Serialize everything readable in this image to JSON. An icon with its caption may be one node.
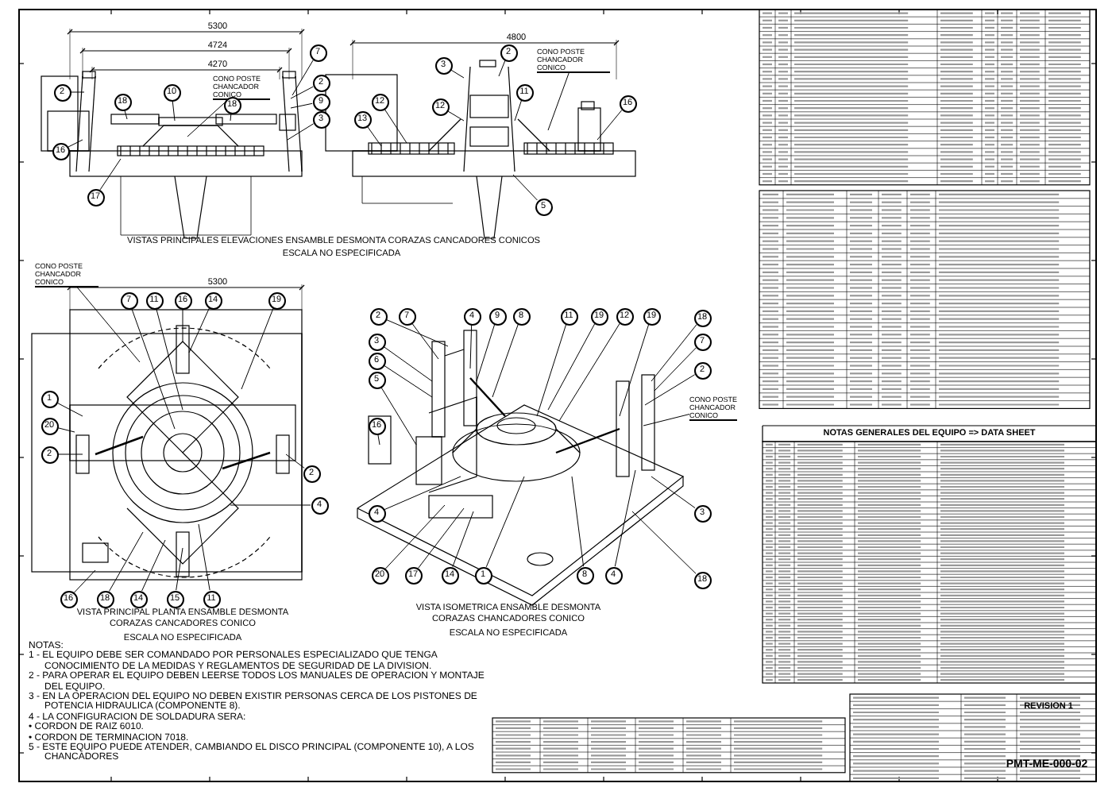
{
  "diagram": {
    "nodes": [
      {
        "text": [
          "7"
        ]
      },
      {
        "text": [
          "2"
        ]
      },
      {
        "text": [
          "9"
        ]
      },
      {
        "text": [
          "3"
        ]
      },
      {
        "text": [
          "CONO POSTE CHANCADOR CONICO"
        ]
      },
      {
        "text": [
          "2"
        ]
      },
      {
        "text": [
          "18"
        ]
      },
      {
        "text": [
          "10"
        ]
      },
      {
        "text": [
          "18"
        ]
      },
      {
        "text": [
          "16"
        ]
      },
      {
        "text": [
          "17"
        ]
      },
      {
        "text": [
          "2"
        ]
      },
      {
        "text": [
          "3"
        ]
      },
      {
        "text": [
          "CONO POSTE CHANCADOR CONICO"
        ]
      },
      {
        "text": [
          "12"
        ]
      },
      {
        "text": [
          "11"
        ]
      },
      {
        "text": [
          "12"
        ]
      },
      {
        "text": [
          "13"
        ]
      },
      {
        "text": [
          "16"
        ]
      },
      {
        "text": [
          "5"
        ]
      },
      {
        "text": [
          "CONO POSTE CHANCADOR CONICO"
        ]
      },
      {
        "text": [
          "7"
        ]
      },
      {
        "text": [
          "11"
        ]
      },
      {
        "text": [
          "16"
        ]
      },
      {
        "text": [
          "14"
        ]
      },
      {
        "text": [
          "19"
        ]
      },
      {
        "text": [
          "1"
        ]
      },
      {
        "text": [
          "20"
        ]
      },
      {
        "text": [
          "2"
        ]
      },
      {
        "text": [
          "2"
        ]
      },
      {
        "text": [
          "4"
        ]
      },
      {
        "text": [
          "16"
        ]
      },
      {
        "text": [
          "18"
        ]
      },
      {
        "text": [
          "14"
        ]
      },
      {
        "text": [
          "15"
        ]
      },
      {
        "text": [
          "11"
        ]
      },
      {
        "text": [
          "2"
        ]
      },
      {
        "text": [
          "7"
        ]
      },
      {
        "text": [
          "4"
        ]
      },
      {
        "text": [
          "9"
        ]
      },
      {
        "text": [
          "8"
        ]
      },
      {
        "text": [
          "11"
        ]
      },
      {
        "text": [
          "19"
        ]
      },
      {
        "text": [
          "12"
        ]
      },
      {
        "text": [
          "19"
        ]
      },
      {
        "text": [
          "3"
        ]
      },
      {
        "text": [
          "6"
        ]
      },
      {
        "text": [
          "5"
        ]
      },
      {
        "text": [
          "16"
        ]
      },
      {
        "text": [
          "4"
        ]
      },
      {
        "text": [
          "20"
        ]
      },
      {
        "text": [
          "17"
        ]
      },
      {
        "text": [
          "14"
        ]
      },
      {
        "text": [
          "1"
        ]
      },
      {
        "text": [
          "8"
        ]
      },
      {
        "text": [
          "4"
        ]
      },
      {
        "text": [
          "18"
        ]
      },
      {
        "text": [
          "7"
        ]
      },
      {
        "text": [
          "2"
        ]
      },
      {
        "text": [
          "CONO POSTE CHANCADOR CONICO"
        ]
      },
      {
        "text": [
          "3"
        ]
      },
      {
        "text": [
          "18"
        ]
      }
    ],
    "edges": [
      {
        "from": 0,
        "to": null,
        "arrow": "none"
      },
      {
        "from": 1,
        "to": null,
        "arrow": "none"
      },
      {
        "from": 2,
        "to": null,
        "arrow": "none"
      },
      {
        "from": 3,
        "to": null,
        "arrow": "none"
      },
      {
        "from": 4,
        "to": null,
        "arrow": "none"
      },
      {
        "from": 5,
        "to": null,
        "arrow": "none"
      },
      {
        "from": 6,
        "to": null,
        "arrow": "none"
      },
      {
        "from": 7,
        "to": null,
        "arrow": "none"
      },
      {
        "from": 8,
        "to": null,
        "arrow": "none"
      },
      {
        "from": 9,
        "to": null,
        "arrow": "none"
      },
      {
        "from": 10,
        "to": null,
        "arrow": "none"
      },
      {
        "from": 11,
        "to": null,
        "arrow": "none"
      },
      {
        "from": 12,
        "to": null,
        "arrow": "none"
      },
      {
        "from": 13,
        "to": null,
        "arrow": "none"
      },
      {
        "from": 14,
        "to": null,
        "arrow": "none"
      },
      {
        "from": 15,
        "to": null,
        "arrow": "none"
      },
      {
        "from": 16,
        "to": null,
        "arrow": "none"
      },
      {
        "from": 17,
        "to": null,
        "arrow": "none"
      },
      {
        "from": 18,
        "to": null,
        "arrow": "none"
      },
      {
        "from": 19,
        "to": null,
        "arrow": "none"
      },
      {
        "from": 20,
        "to": null,
        "arrow": "none"
      },
      {
        "from": 21,
        "to": null,
        "arrow": "none"
      },
      {
        "from": 22,
        "to": null,
        "arrow": "none"
      },
      {
        "from": 23,
        "to": null,
        "arrow": "none"
      },
      {
        "from": 24,
        "to": null,
        "arrow": "none"
      },
      {
        "from": 25,
        "to": null,
        "arrow": "none"
      },
      {
        "from": 26,
        "to": null,
        "arrow": "none"
      },
      {
        "from": 27,
        "to": null,
        "arrow": "none"
      },
      {
        "from": 28,
        "to": null,
        "arrow": "none"
      },
      {
        "from": 29,
        "to": null,
        "arrow": "none"
      },
      {
        "from": 30,
        "to": null,
        "arrow": "none"
      },
      {
        "from": 31,
        "to": null,
        "arrow": "none"
      },
      {
        "from": 32,
        "to": null,
        "arrow": "none"
      },
      {
        "from": 33,
        "to": null,
        "arrow": "none"
      },
      {
        "from": 34,
        "to": null,
        "arrow": "none"
      },
      {
        "from": 35,
        "to": null,
        "arrow": "none"
      },
      {
        "from": 36,
        "to": null,
        "arrow": "none"
      },
      {
        "from": 37,
        "to": null,
        "arrow": "none"
      },
      {
        "from": 38,
        "to": null,
        "arrow": "none"
      },
      {
        "from": 39,
        "to": null,
        "arrow": "none"
      },
      {
        "from": 40,
        "to": null,
        "arrow": "none"
      },
      {
        "from": 41,
        "to": null,
        "arrow": "none"
      },
      {
        "from": 42,
        "to": null,
        "arrow": "none"
      },
      {
        "from": 43,
        "to": null,
        "arrow": "none"
      },
      {
        "from": 44,
        "to": null,
        "arrow": "none"
      },
      {
        "from": 45,
        "to": null,
        "arrow": "none"
      },
      {
        "from": 46,
        "to": null,
        "arrow": "none"
      },
      {
        "from": 47,
        "to": null,
        "arrow": "none"
      },
      {
        "from": 48,
        "to": null,
        "arrow": "none"
      },
      {
        "from": 49,
        "to": null,
        "arrow": "none"
      },
      {
        "from": 50,
        "to": null,
        "arrow": "none"
      },
      {
        "from": 51,
        "to": null,
        "arrow": "none"
      },
      {
        "from": 52,
        "to": null,
        "arrow": "none"
      },
      {
        "from": 53,
        "to": null,
        "arrow": "none"
      },
      {
        "from": 54,
        "to": null,
        "arrow": "none"
      },
      {
        "from": 55,
        "to": null,
        "arrow": "none"
      },
      {
        "from": 56,
        "to": null,
        "arrow": "none"
      },
      {
        "from": 57,
        "to": null,
        "arrow": "none"
      },
      {
        "from": 58,
        "to": null,
        "arrow": "none"
      },
      {
        "from": 59,
        "to": null,
        "arrow": "none"
      },
      {
        "from": 60,
        "to": null,
        "arrow": "none"
      },
      {
        "from": 61,
        "to": null,
        "arrow": "none"
      }
    ],
    "labels": [
      "5300",
      "4724",
      "4270",
      "4800",
      "VISTAS PRINCIPALES ELEVACIONES ENSAMBLE DESMONTA CORAZAS CANCADORES CONICOS",
      "ESCALA NO ESPECIFICADA",
      "5300",
      "VISTA PRINCIPAL PLANTA ENSAMBLE DESMONTA CORAZAS CANCADORES CONICO",
      "ESCALA NO ESPECIFICADA",
      "VISTA ISOMETRICA ENSAMBLE DESMONTA CORAZAS CHANCADORES CONICO",
      "ESCALA NO ESPECIFICADA",
      "NOTAS:",
      "1 - EL EQUIPO DEBE SER COMANDADO POR PERSONALES ESPECIALIZADO QUE TENGA CONOCIMIENTO DE LA MEDIDAS Y REGLAMENTOS DE SEGURIDAD DE LA DIVISION.",
      "2 - PARA OPERAR EL EQUIPO DEBEN LEERSE TODOS LOS MANUALES DE OPERACION Y MONTAJE DEL EQUIPO.",
      "3 - EN LA OPERACION DEL EQUIPO NO DEBEN EXISTIR PERSONAS CERCA DE LOS PISTONES DE POTENCIA HIDRAULICA (COMPONENTE 8).",
      "4 - LA CONFIGURACION DE SOLDADURA SERA:",
      "• CORDON DE RAIZ 6010.",
      "• CORDON DE TERMINACION 7018.",
      "5 - ESTE EQUIPO PUEDE ATENDER, CAMBIANDO EL DISCO PRINCIPAL (COMPONENTE 10), A LOS CHANCADORES",
      "NOTAS GENERALES DEL EQUIPO => DATA SHEET",
      "REVISION 1",
      "PMT-ME-000-02"
    ]
  }
}
